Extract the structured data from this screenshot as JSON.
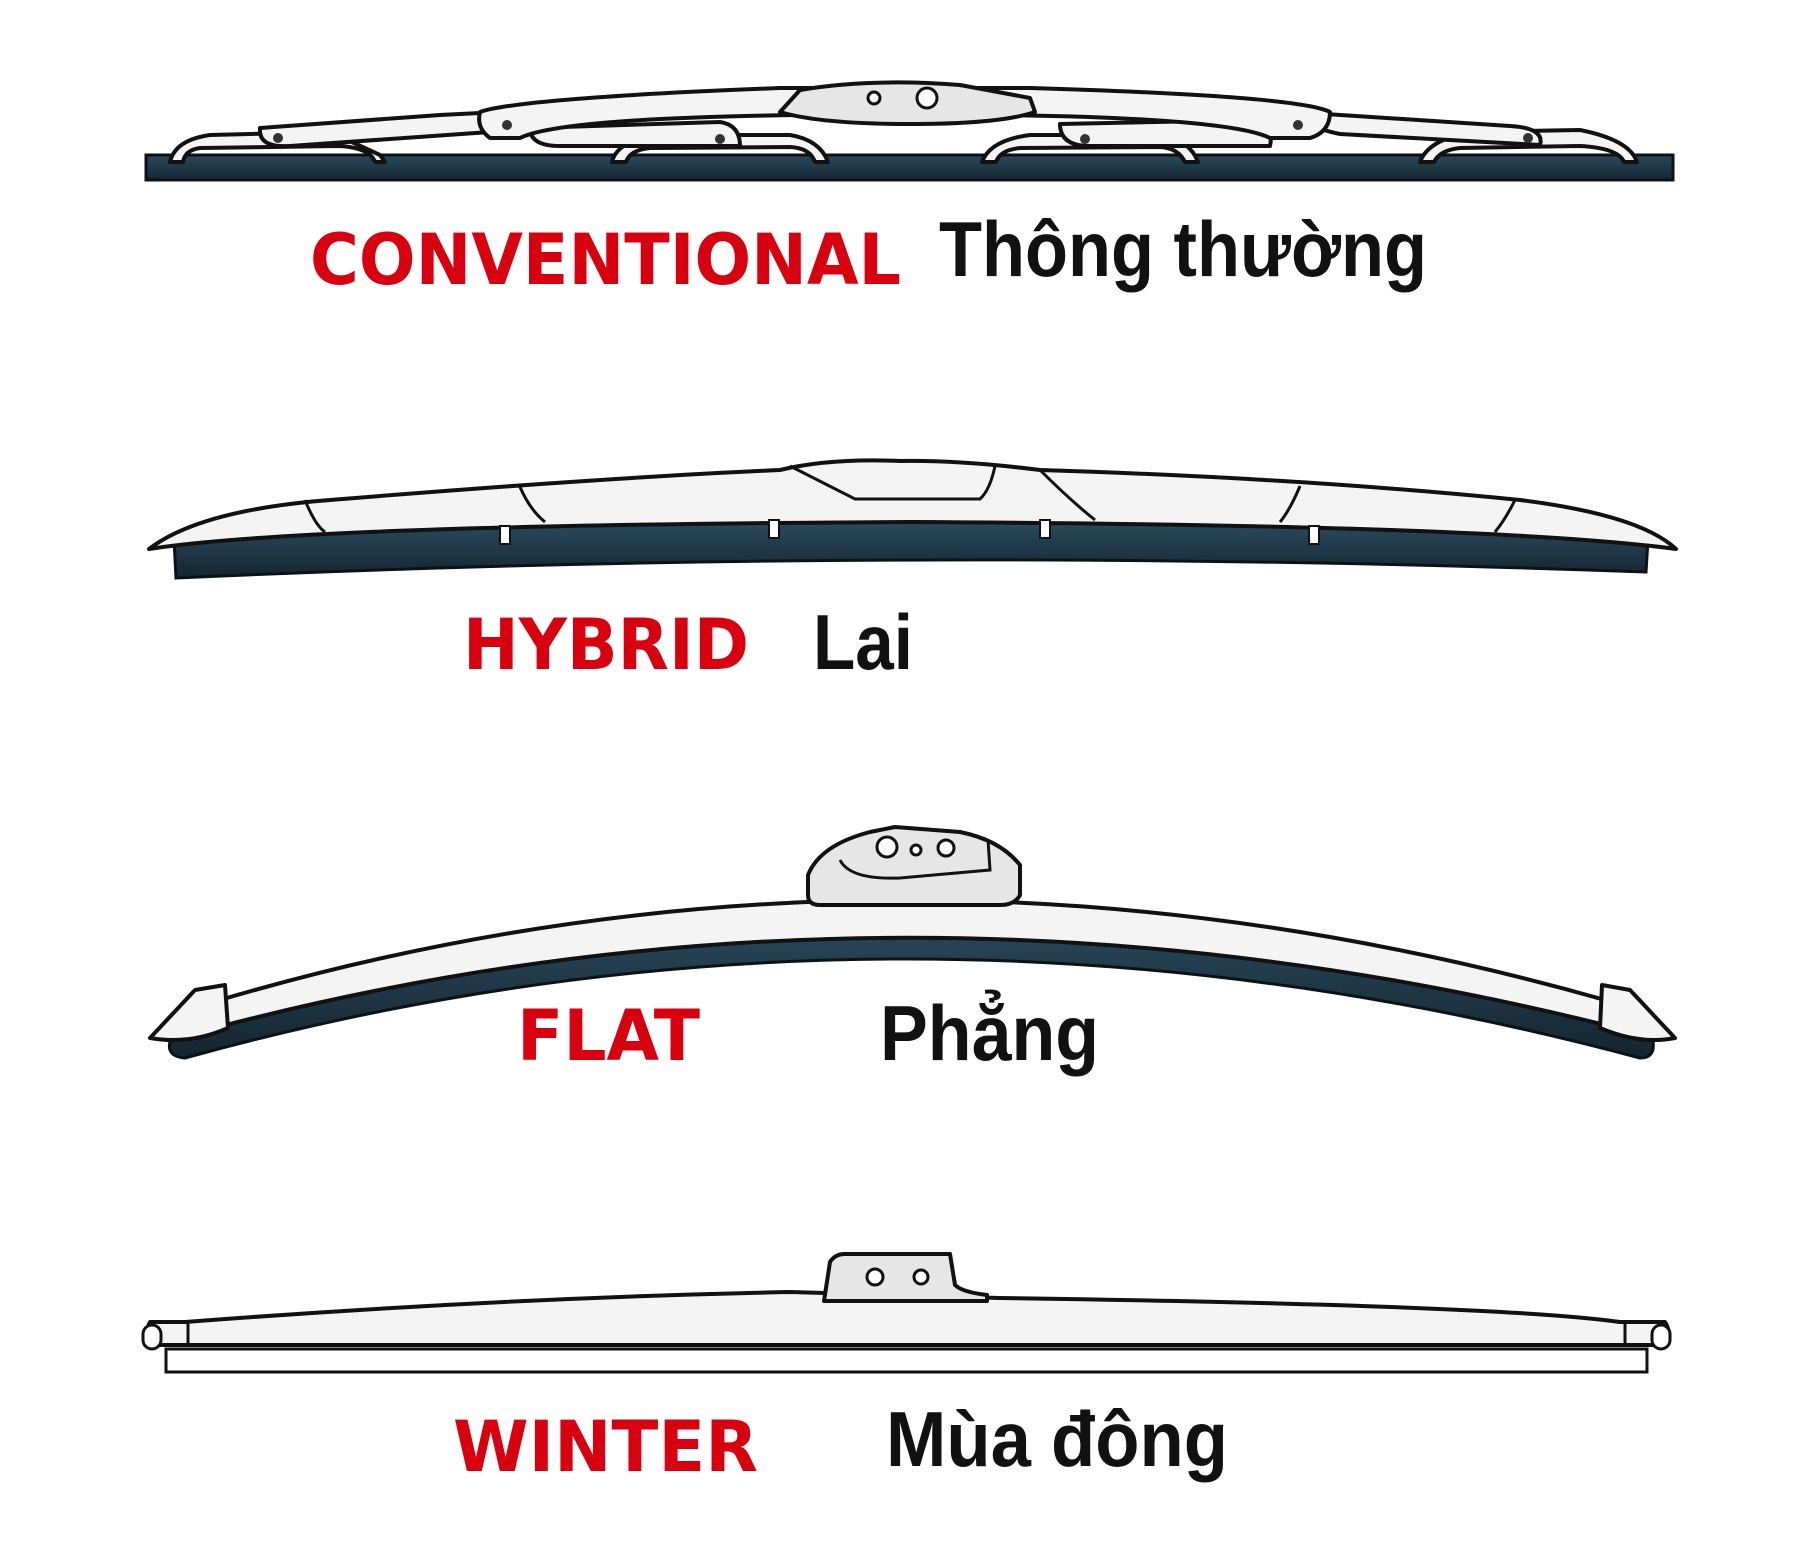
{
  "colors": {
    "label_red": "#d8000f",
    "rubber": "#1f3b4d",
    "metal": "#f4f4f4"
  },
  "blades": [
    {
      "type": "conventional",
      "label_en": "CONVENTIONAL",
      "label_vi": "Thông thường"
    },
    {
      "type": "hybrid",
      "label_en": "HYBRID",
      "label_vi": "Lai"
    },
    {
      "type": "flat",
      "label_en": "FLAT",
      "label_vi": "Phẳng"
    },
    {
      "type": "winter",
      "label_en": "WINTER",
      "label_vi": "Mùa đông"
    }
  ]
}
